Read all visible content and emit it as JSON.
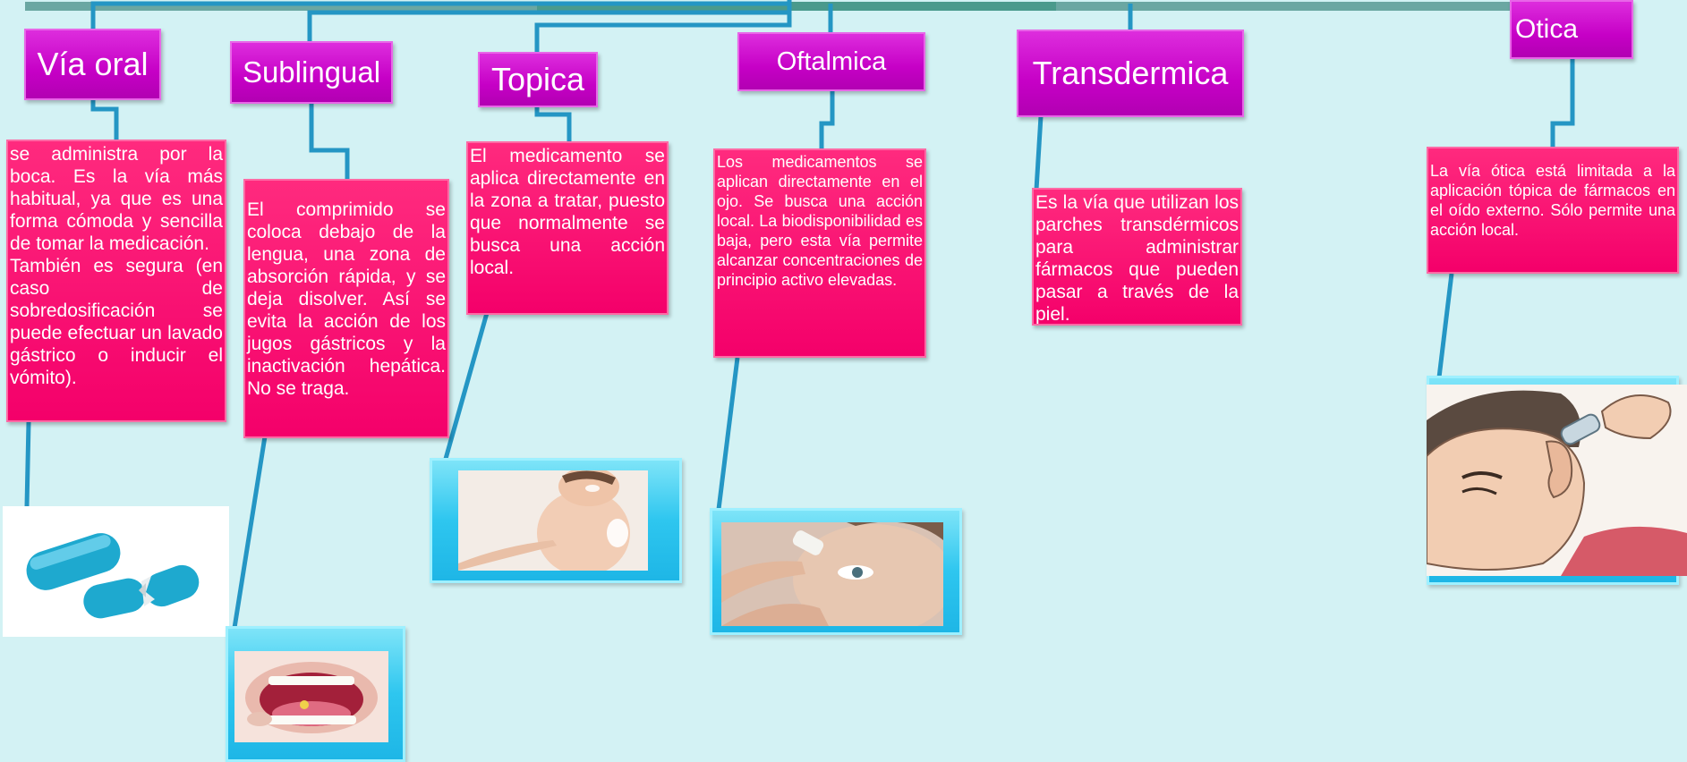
{
  "colors": {
    "background": "#d3f2f4",
    "title_box": "#c600c6",
    "description_box": "#f4006a",
    "connector": "#2496c4",
    "photo_frame": "#2ec6ef"
  },
  "routes": [
    {
      "title": "Vía oral",
      "description": [
        "se administra por la boca. Es la vía más habitual, ya que es una forma cómoda y sencilla de tomar la medicación.",
        "También es segura (en caso de sobredosificación se puede efectuar un lavado gástrico o inducir el vómito)."
      ],
      "image_icon": "capsule-pills-photo"
    },
    {
      "title": "Sublingual",
      "description": [
        "El comprimido se coloca debajo de la lengua, una zona de absorción rápida, y se deja disolver. Así se evita la acción de los jugos gástricos y la inactivación hepática. No se traga."
      ],
      "image_icon": "open-mouth-pill-photo"
    },
    {
      "title": "Topica",
      "description": [
        "El medicamento se aplica directamente en la zona a tratar, puesto que normalmente se busca una acción local."
      ],
      "image_icon": "baby-cream-photo"
    },
    {
      "title": "Oftalmica",
      "description": [
        "Los medicamentos se aplican directamente en el ojo. Se busca una acción local. La biodisponibilidad es baja, pero esta vía permite alcanzar concentraciones de principio activo elevadas."
      ],
      "image_icon": "eye-drops-photo"
    },
    {
      "title": "Transdermica",
      "description": [
        "Es la vía que utilizan los parches transdérmicos para administrar fármacos que pueden pasar a través de la piel."
      ]
    },
    {
      "title": "Otica",
      "description": [
        "La vía ótica está limitada a la aplicación tópica de fármacos en el oído externo. Sólo permite una acción local."
      ],
      "image_icon": "ear-drops-photo"
    }
  ]
}
